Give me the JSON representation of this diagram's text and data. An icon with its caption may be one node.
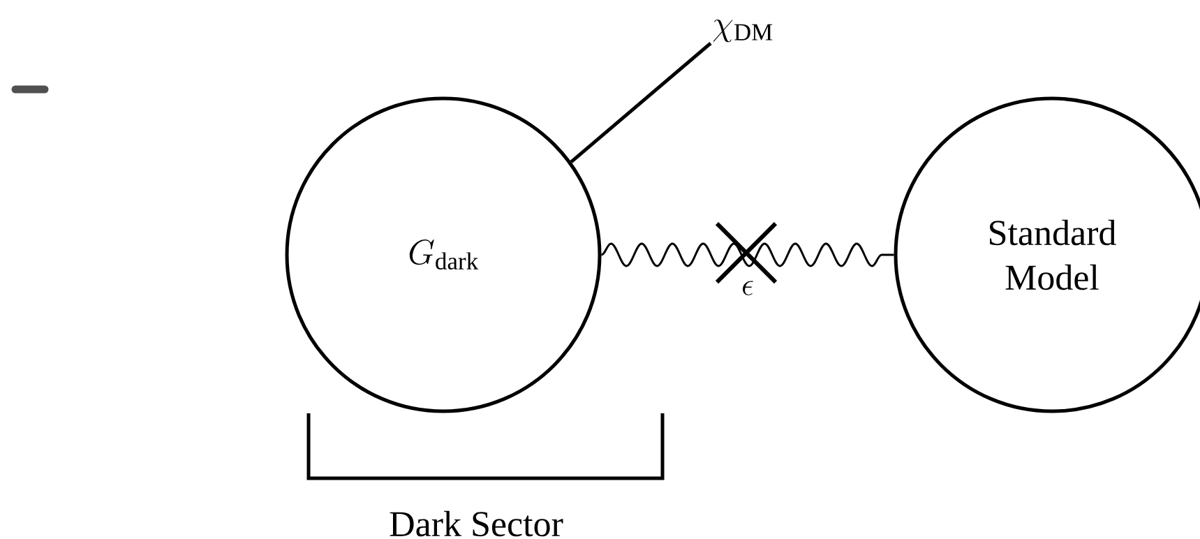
{
  "diagram": {
    "nodes": [
      {
        "text": [
          "G_{\\mathrm{dark}}"
        ]
      },
      {
        "text": [
          "\\chi_{\\mathrm{DM}}"
        ]
      },
      {
        "text": [
          "Standard Model"
        ]
      }
    ],
    "edges": [
      {
        "from": 0,
        "to": 1,
        "arrow": "none"
      },
      {
        "from": 0,
        "to": 2,
        "arrow": "none",
        "label": "\\epsilon"
      }
    ],
    "labels": [
      "Dark Sector"
    ]
  }
}
